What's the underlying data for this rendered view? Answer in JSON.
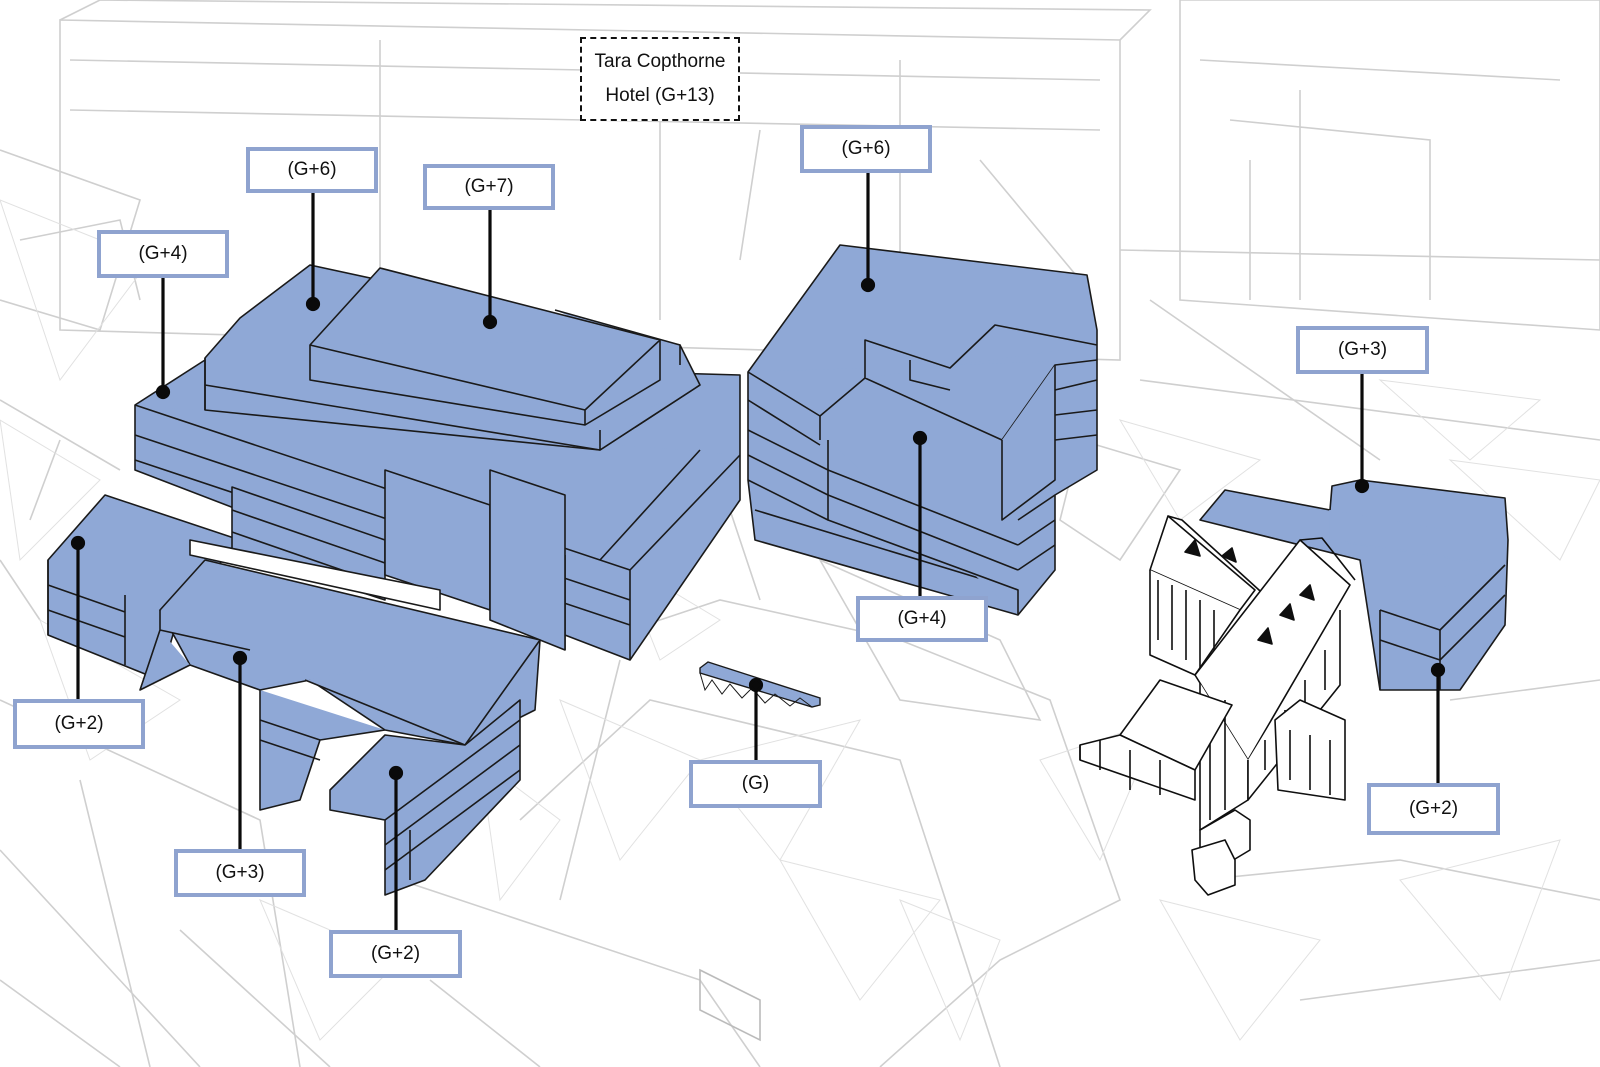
{
  "colors": {
    "massing_fill": "#8fa8d6",
    "massing_stroke": "#1a1a1a",
    "context_lines": "#cfcfcf",
    "callout_border": "#8fa3cf",
    "leader": "#0a0a0a"
  },
  "reference_label": {
    "line1": "Tara Copthorne",
    "line2": "Hotel (G+13)"
  },
  "callouts": {
    "west_block_g4": "(G+4)",
    "west_block_g6": "(G+6)",
    "west_block_g7": "(G+7)",
    "west_block_g2_left": "(G+2)",
    "west_block_g3": "(G+3)",
    "west_block_g2_front": "(G+2)",
    "central_block_g6": "(G+6)",
    "central_block_g4": "(G+4)",
    "pavilion_g": "(G)",
    "east_block_g3": "(G+3)",
    "east_block_g2": "(G+2)"
  },
  "icons": {
    "historic_building": "listed-building-outline"
  }
}
